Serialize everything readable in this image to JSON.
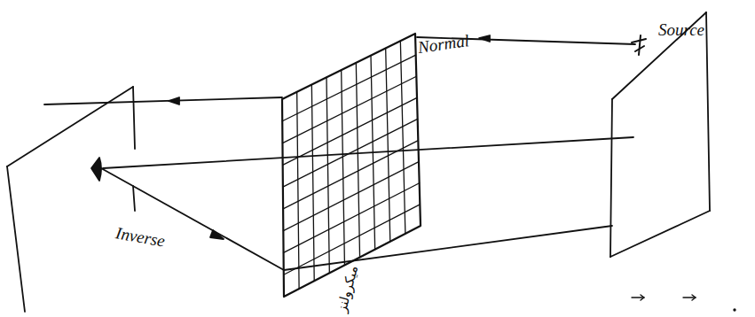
{
  "diagram": {
    "labels": [
      "Normal",
      "Inverse",
      "Source",
      "میکرولنز"
    ]
  }
}
